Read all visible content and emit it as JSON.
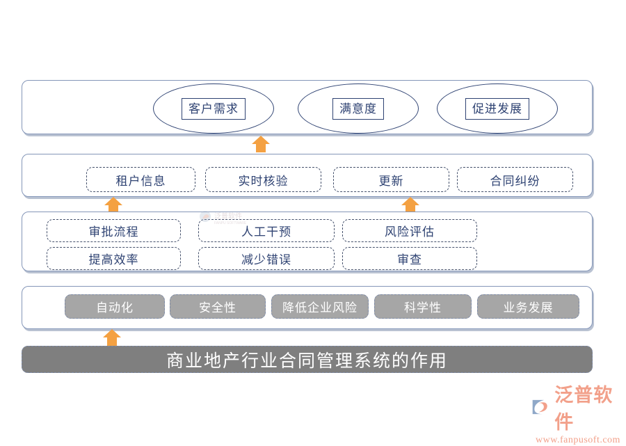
{
  "diagram": {
    "title_bar": {
      "text": "商业地产行业合同管理系统的作用"
    },
    "row_outcomes": {
      "items": [
        {
          "label": "客户需求"
        },
        {
          "label": "满意度"
        },
        {
          "label": "促进发展"
        }
      ]
    },
    "row_functions": {
      "items": [
        {
          "label": "租户信息"
        },
        {
          "label": "实时核验"
        },
        {
          "label": "更新"
        },
        {
          "label": "合同纠纷"
        }
      ]
    },
    "row_processes": {
      "items": [
        {
          "label": "审批流程"
        },
        {
          "label": "人工干预"
        },
        {
          "label": "风险评估"
        },
        {
          "label": "提高效率"
        },
        {
          "label": "减少错误"
        },
        {
          "label": "审查"
        }
      ]
    },
    "row_benefits": {
      "items": [
        {
          "label": "自动化"
        },
        {
          "label": "安全性"
        },
        {
          "label": "降低企业风险"
        },
        {
          "label": "科学性"
        },
        {
          "label": "业务发展"
        }
      ]
    },
    "arrows": {
      "count": 4,
      "color": "#f4a142",
      "direction": "up"
    },
    "colors": {
      "band_border": "#8496b8",
      "ellipse_border": "#2e4272",
      "chip_text": "#2e4272",
      "gray_chip_fill": "#a6a6a6",
      "title_fill": "#7f7f7f",
      "arrow": "#f4a142",
      "logo": "#f2a08a"
    }
  },
  "branding": {
    "logo_name": "泛普软件",
    "logo_url": "www.fanpusoft.com"
  }
}
